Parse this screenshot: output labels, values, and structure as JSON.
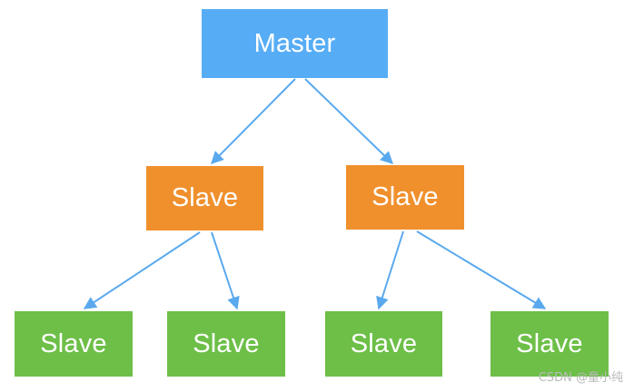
{
  "diagram": {
    "master": {
      "label": "Master",
      "color": "#57adf5"
    },
    "level1": [
      {
        "label": "Slave",
        "color": "#f0902d"
      },
      {
        "label": "Slave",
        "color": "#f0902d"
      }
    ],
    "level2": [
      {
        "label": "Slave",
        "color": "#6dbf48"
      },
      {
        "label": "Slave",
        "color": "#6dbf48"
      },
      {
        "label": "Slave",
        "color": "#6dbf48"
      },
      {
        "label": "Slave",
        "color": "#6dbf48"
      }
    ],
    "edge_color": "#5aa9ee",
    "edges": [
      {
        "from": "Master",
        "to": "Slave (left, middle row)"
      },
      {
        "from": "Master",
        "to": "Slave (right, middle row)"
      },
      {
        "from": "Slave (left, middle row)",
        "to": "Slave (bottom 1)"
      },
      {
        "from": "Slave (left, middle row)",
        "to": "Slave (bottom 2)"
      },
      {
        "from": "Slave (right, middle row)",
        "to": "Slave (bottom 3)"
      },
      {
        "from": "Slave (right, middle row)",
        "to": "Slave (bottom 4)"
      }
    ]
  },
  "watermark": "CSDN @童小纯"
}
